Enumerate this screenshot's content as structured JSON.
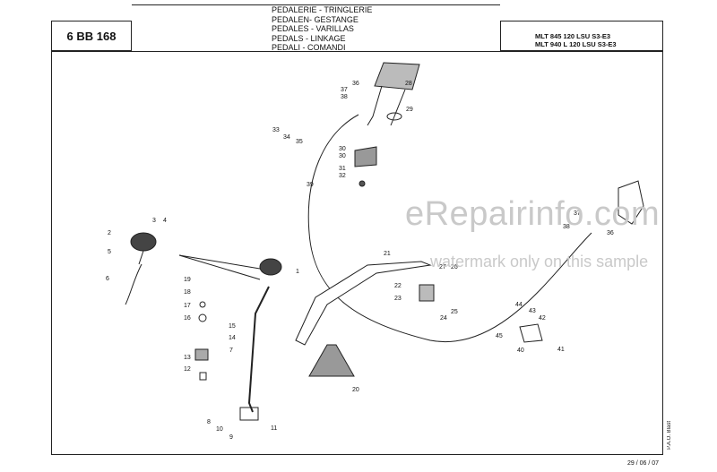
{
  "header": {
    "code": "6 BB 168",
    "titles": [
      "PEDALERIE - TRINGLERIE",
      "PEDALEN- GESTANGE",
      "PEDALES - VARILLAS",
      "PEDALS - LINKAGE",
      "PEDALI - COMANDI"
    ],
    "models": [
      "MLT 845 120 LSU S3-E3",
      "MLT 940 L 120 LSU S3-E3"
    ]
  },
  "watermark": {
    "site": "eRepairinfo.com",
    "note": "watermark only on this sample"
  },
  "footer": {
    "date": "29 / 06 / 07",
    "side_note": "P.A.O. Blast"
  },
  "callouts": [
    "1",
    "2",
    "3",
    "4",
    "5",
    "6",
    "7",
    "8",
    "9",
    "10",
    "11",
    "12",
    "13",
    "14",
    "15",
    "16",
    "17",
    "18",
    "19",
    "20",
    "21",
    "22",
    "23",
    "24",
    "25",
    "26",
    "27",
    "28",
    "29",
    "30",
    "30",
    "31",
    "32",
    "33",
    "34",
    "35",
    "36",
    "36",
    "37",
    "37",
    "38",
    "38",
    "39",
    "40",
    "41",
    "42",
    "43",
    "44",
    "45"
  ]
}
